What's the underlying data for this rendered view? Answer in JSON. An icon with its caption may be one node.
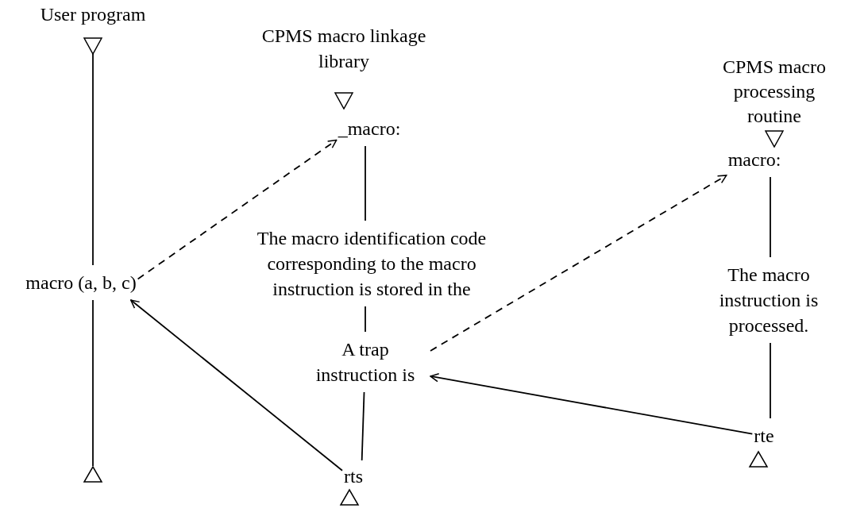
{
  "diagram": {
    "nodes": [
      {
        "text": [
          "User program"
        ]
      },
      {
        "text": [
          "macro (a, b, c)"
        ]
      },
      {
        "text": [
          "CPMS macro linkage library"
        ]
      },
      {
        "text": [
          "_macro:"
        ]
      },
      {
        "text": [
          "The macro identification code corresponding to the macro instruction is stored in the"
        ]
      },
      {
        "text": [
          "A trap instruction is"
        ]
      },
      {
        "text": [
          "rts"
        ]
      },
      {
        "text": [
          "CPMS macro processing routine"
        ]
      },
      {
        "text": [
          "macro:"
        ]
      },
      {
        "text": [
          "The macro instruction is processed."
        ]
      },
      {
        "text": [
          "rte"
        ]
      },
      {
        "text": [],
        "shape": "triangle"
      },
      {
        "text": [],
        "shape": "triangle"
      },
      {
        "text": [],
        "shape": "triangle"
      }
    ],
    "edges": [
      {
        "from": 1,
        "to": 3,
        "arrow": "to",
        "style": "dashed"
      },
      {
        "from": 6,
        "to": 1,
        "arrow": "to"
      },
      {
        "from": 5,
        "to": 8,
        "arrow": "to",
        "style": "dashed"
      },
      {
        "from": 10,
        "to": 5,
        "arrow": "to"
      },
      {
        "from": 3,
        "to": 4,
        "arrow": "none"
      },
      {
        "from": 4,
        "to": 5,
        "arrow": "none"
      },
      {
        "from": 5,
        "to": 6,
        "arrow": "none"
      },
      {
        "from": 8,
        "to": 9,
        "arrow": "none"
      },
      {
        "from": 9,
        "to": 10,
        "arrow": "none"
      },
      {
        "from": 0,
        "to": 1,
        "arrow": "other"
      },
      {
        "from": 2,
        "to": 3,
        "arrow": "to"
      },
      {
        "from": 7,
        "to": 8,
        "arrow": "to"
      },
      {
        "from": 1,
        "to": 11,
        "arrow": "none"
      }
    ]
  }
}
